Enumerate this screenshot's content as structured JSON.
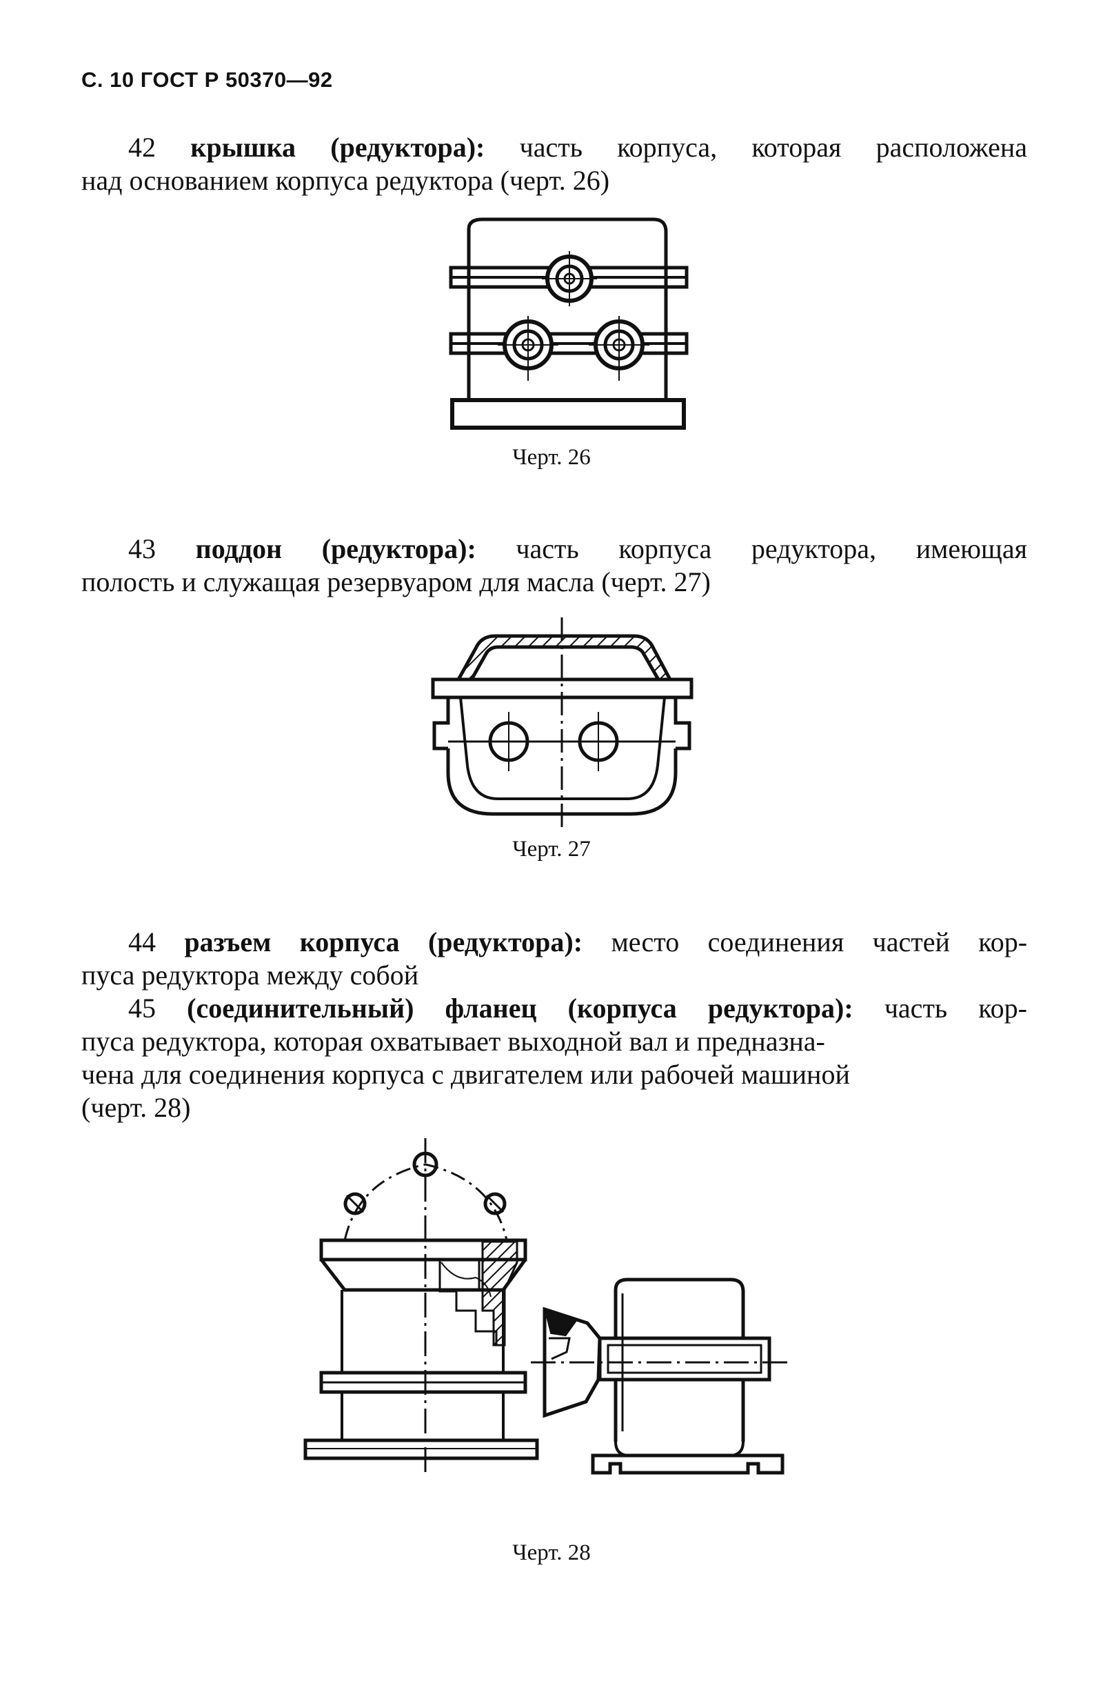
{
  "page": {
    "header": "С. 10 ГОСТ Р 50370—92"
  },
  "items": [
    {
      "number": "42",
      "term": "крышка (редуктора):",
      "line1_rest": "часть корпуса, которая расположена",
      "continuation": "над основанием корпуса редуктора (черт. 26)"
    },
    {
      "number": "43",
      "term": "поддон (редуктора):",
      "line1_rest": "часть корпуса редуктора, имеющая",
      "continuation": "полость и служащая резервуаром для масла (черт. 27)"
    },
    {
      "number": "44",
      "term": "разъем корпуса (редуктора):",
      "line1_rest": "место соединения частей кор-",
      "continuation": "пуса редуктора между собой"
    },
    {
      "number": "45",
      "term": "(соединительный) фланец (корпуса редуктора):",
      "line1_rest": "часть кор-",
      "continuation": "пуса редуктора, которая охватывает выходной вал и предназна-\nчена для соединения корпуса с двигателем или рабочей машиной\n(черт. 28)"
    }
  ],
  "figures": [
    {
      "caption": "Черт. 26",
      "depicts": "gearbox-cover"
    },
    {
      "caption": "Черт. 27",
      "depicts": "gearbox-oil-pan-section"
    },
    {
      "caption": "Черт. 28",
      "depicts": "gearbox-flange-with-motor"
    }
  ]
}
